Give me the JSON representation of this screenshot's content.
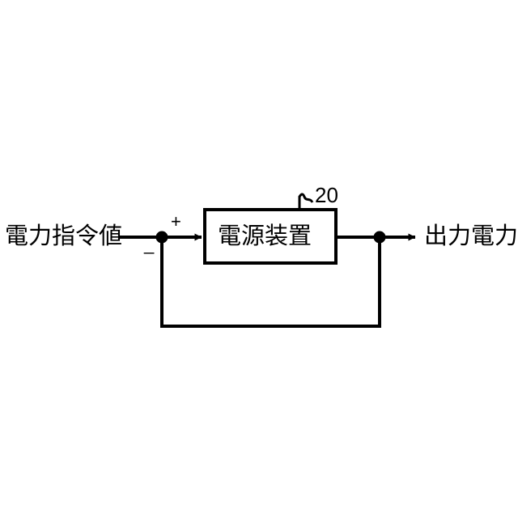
{
  "diagram": {
    "kind": "control-block-diagram",
    "background_color": "#ffffff",
    "stroke_color": "#000000",
    "input_label": "電力指令値",
    "output_label": "出力電力",
    "block_label": "電源装置",
    "reference_number": "20",
    "plus_sign": "+",
    "minus_sign": "_",
    "nodes": {
      "summing_junction_label": "summing-junction",
      "feedback_tap_label": "feedback-tap"
    }
  }
}
